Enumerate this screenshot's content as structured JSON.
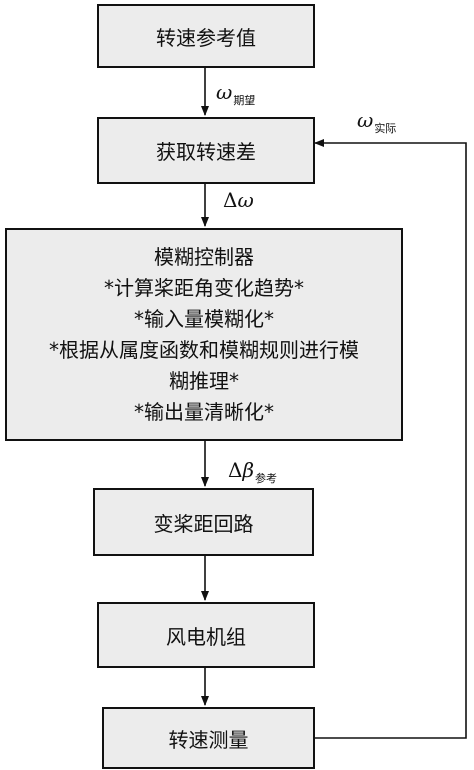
{
  "boxes": {
    "reference": "转速参考值",
    "difference": "获取转速差",
    "controller": {
      "title": "模糊控制器",
      "lines": [
        "*计算桨距角变化趋势*",
        "*输入量模糊化*",
        "*根据从属度函数和模糊规则进行模",
        "糊推理*",
        "*输出量清晰化*"
      ]
    },
    "pitch_loop": "变桨距回路",
    "turbine": "风电机组",
    "measure": "转速测量"
  },
  "labels": {
    "omega_expected": {
      "symbol": "ω",
      "sub": "期望"
    },
    "omega_actual": {
      "symbol": "ω",
      "sub": "实际"
    },
    "delta_omega": {
      "delta": "Δ",
      "symbol": "ω"
    },
    "delta_beta_ref": {
      "delta": "Δ",
      "symbol": "β",
      "sub": "参考"
    }
  }
}
